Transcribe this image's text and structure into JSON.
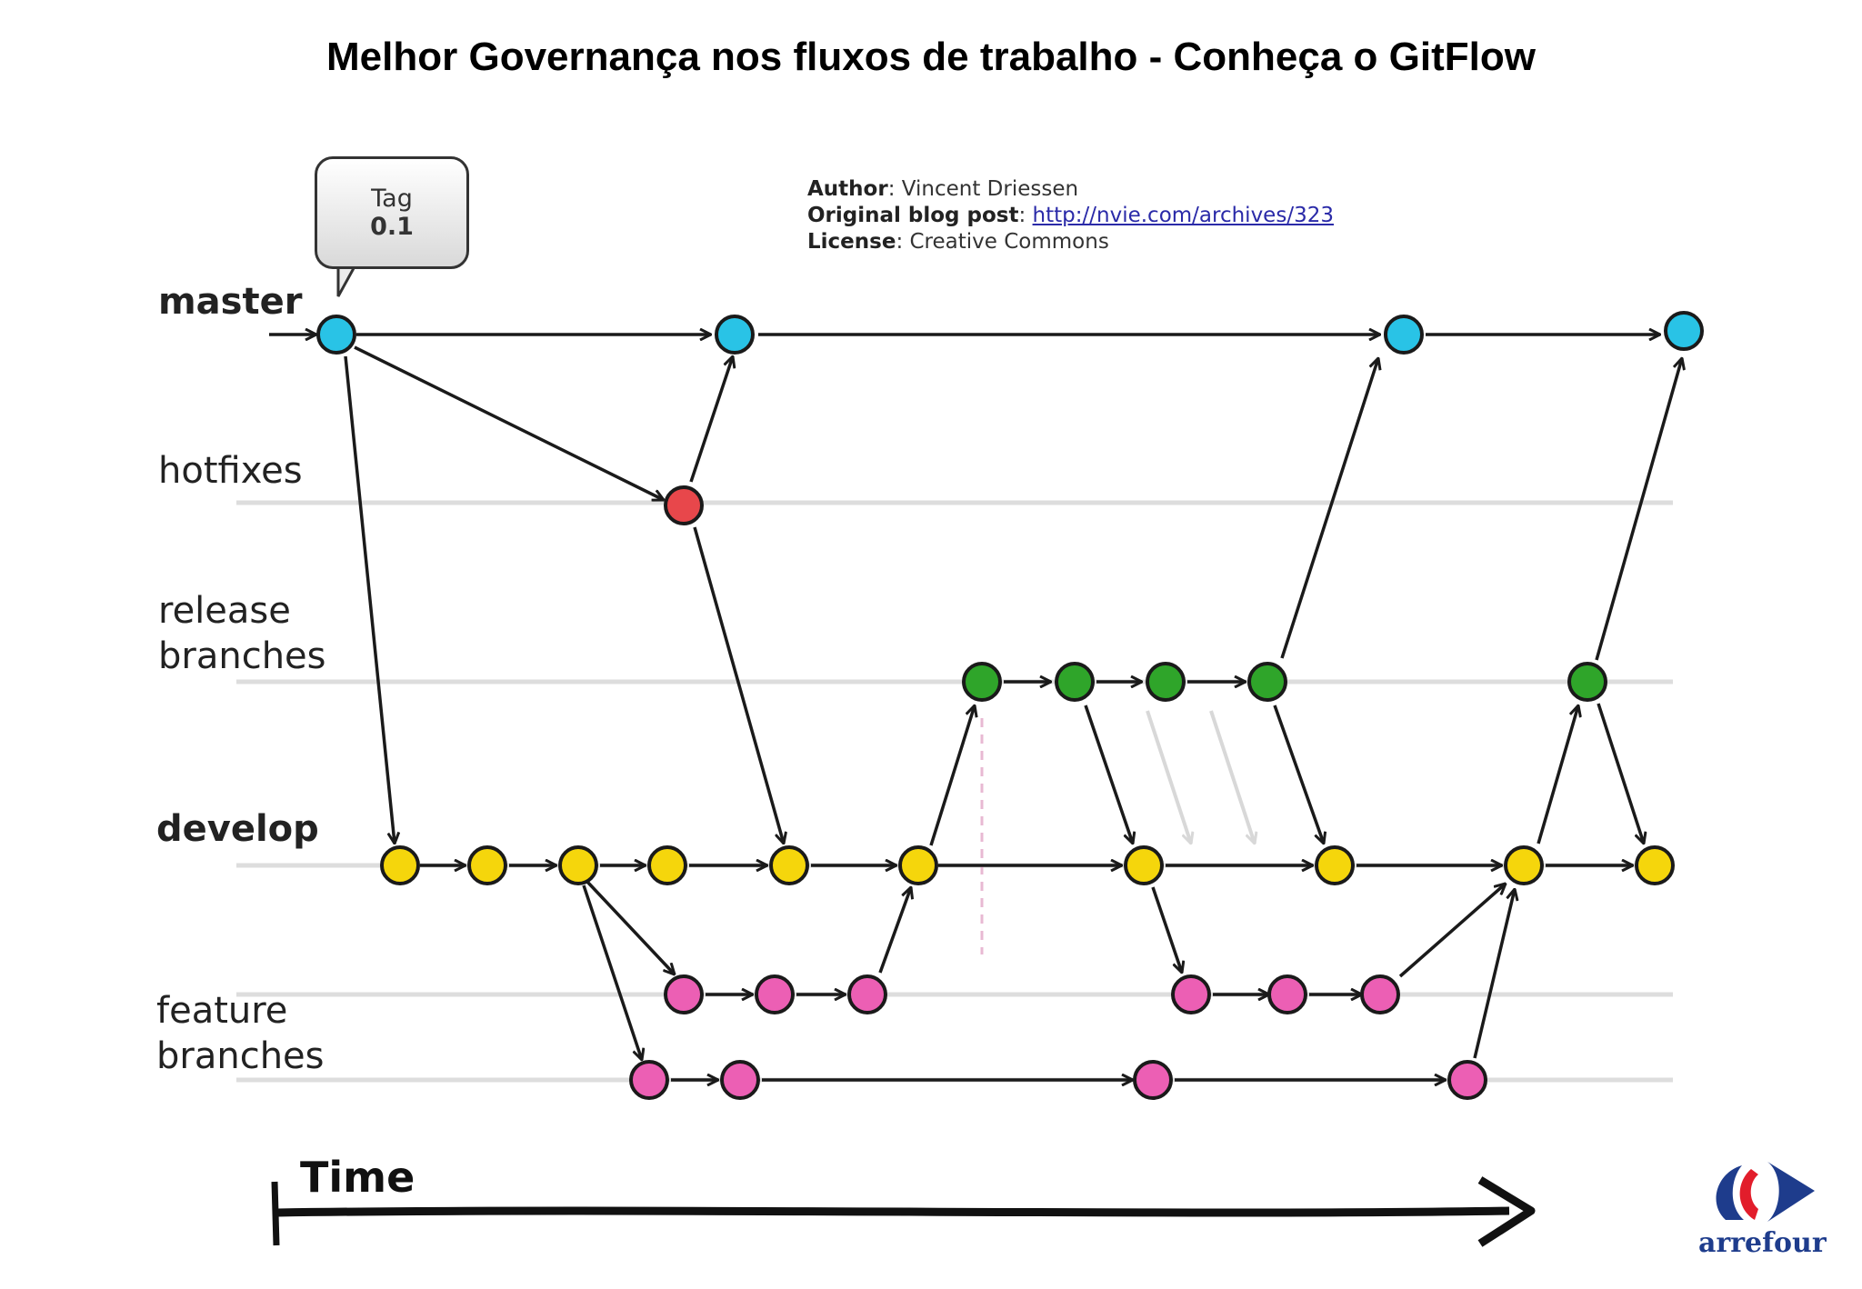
{
  "title": "Melhor Governança nos fluxos de trabalho - Conheça o GitFlow",
  "credits": {
    "author_label": "Author",
    "author": "Vincent Driessen",
    "post_label": "Original blog post",
    "post_url": "http://nvie.com/archives/323",
    "license_label": "License",
    "license": "Creative Commons"
  },
  "tag": {
    "line1": "Tag",
    "line2": "0.1"
  },
  "lanes": {
    "master": "master",
    "hotfixes": "hotfixes",
    "release_1": "release",
    "release_2": "branches",
    "develop": "develop",
    "feature_1": "feature",
    "feature_2": "branches"
  },
  "time_label": "Time",
  "logo_text": "arrefour",
  "colors": {
    "master": "#29c3e6",
    "hotfix": "#e8474b",
    "release": "#2fa52a",
    "develop": "#f5d60c",
    "feature": "#ec5fb4",
    "edge": "#1a1a1a",
    "lane_line": "#dddddd",
    "logo_blue": "#1e3c8c",
    "logo_red": "#e21d2b"
  }
}
